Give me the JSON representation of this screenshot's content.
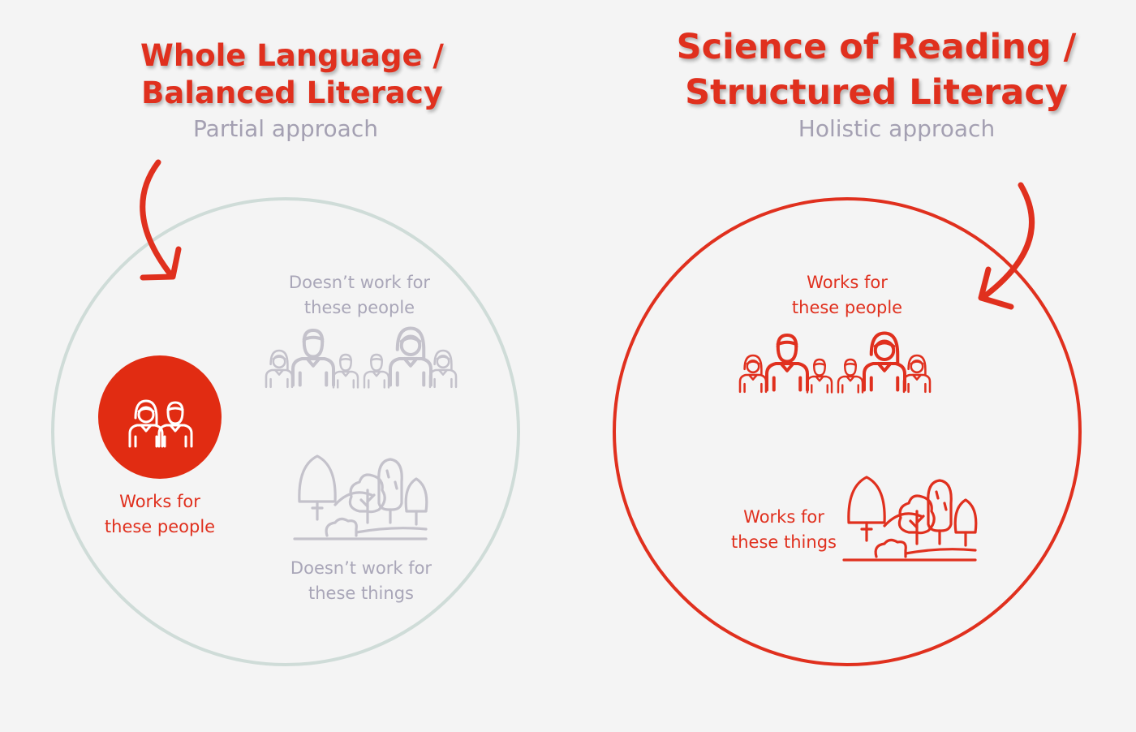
{
  "left": {
    "title_line1": "Whole Language /",
    "title_line2": "Balanced Literacy",
    "subtitle": "Partial approach",
    "people_no_line1": "Doesn’t work for",
    "people_no_line2": "these people",
    "people_yes_line1": "Works for",
    "people_yes_line2": "these people",
    "things_no_line1": "Doesn’t work for",
    "things_no_line2": "these things"
  },
  "right": {
    "title_line1": "Science of Reading /",
    "title_line2": "Structured Literacy",
    "subtitle": "Holistic approach",
    "people_yes_line1": "Works for",
    "people_yes_line2": "these people",
    "things_yes_line1": "Works for",
    "things_yes_line2": "these things"
  },
  "colors": {
    "accent": "#e0301e",
    "grey_icon": "#c4c2cb",
    "grey_text": "#a9a6b8",
    "left_circle": "#cfdcd8",
    "background": "#f4f4f4"
  }
}
